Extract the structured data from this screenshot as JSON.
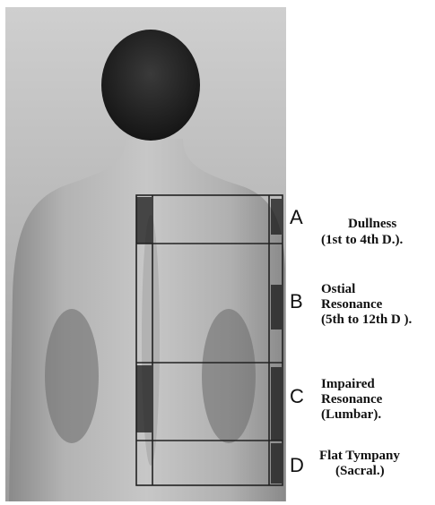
{
  "figure": {
    "zones": [
      {
        "letter": "A",
        "lines": [
          "Dullness",
          "(1st to 4th D.)."
        ]
      },
      {
        "letter": "B",
        "lines": [
          "Ostial",
          "Resonance",
          "(5th to 12th D )."
        ]
      },
      {
        "letter": "C",
        "lines": [
          "Impaired",
          "Resonance",
          "(Lumbar)."
        ]
      },
      {
        "letter": "D",
        "lines": [
          "Flat Tympany",
          "(Sacral.)"
        ]
      }
    ]
  }
}
